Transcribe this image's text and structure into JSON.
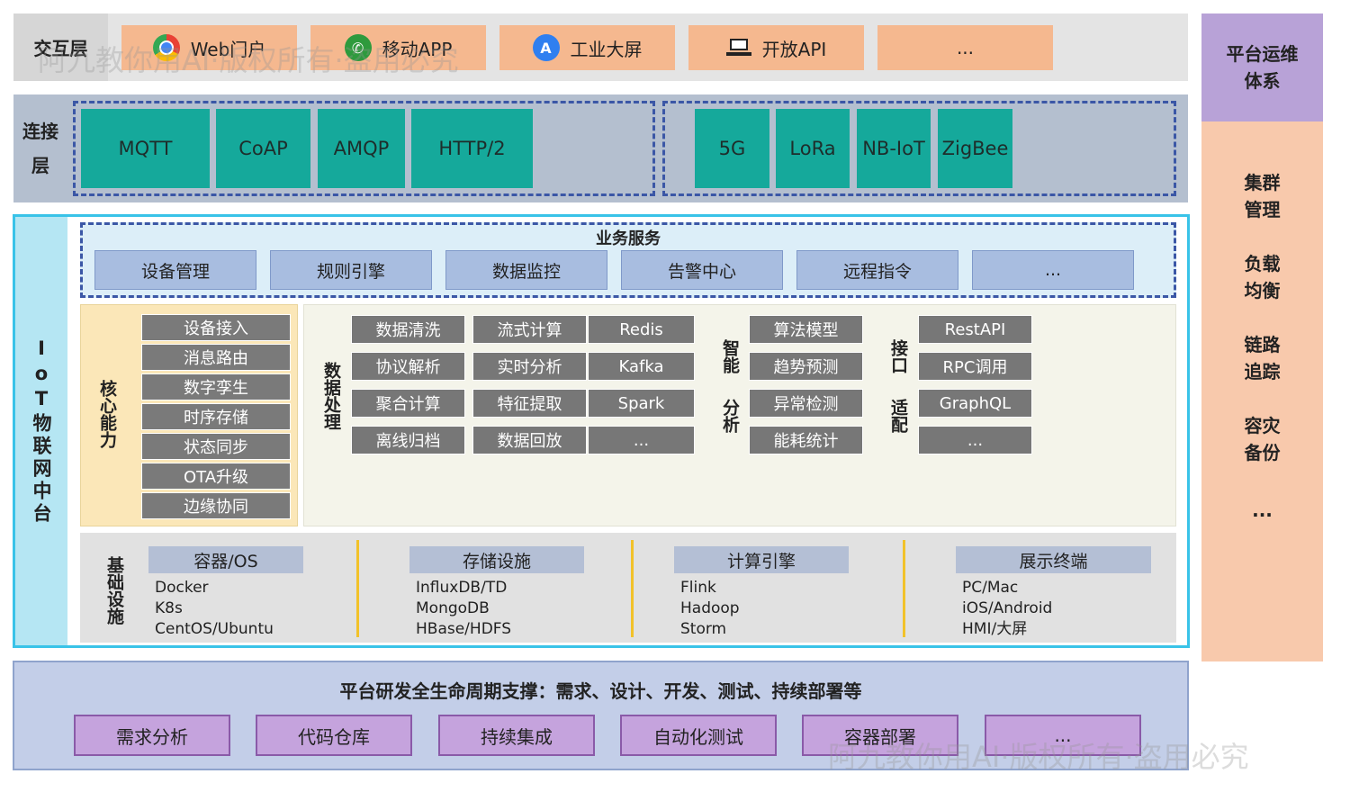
{
  "interaction": {
    "label": "交互层",
    "items": [
      {
        "label": "Web门户",
        "icon": "chrome-icon"
      },
      {
        "label": "移动APP",
        "icon": "wechat-icon"
      },
      {
        "label": "工业大屏",
        "icon": "app-store-icon"
      },
      {
        "label": "开放API",
        "icon": "laptop-icon"
      },
      {
        "label": "..."
      }
    ]
  },
  "connection": {
    "label": "连接层",
    "protocols": [
      "MQTT",
      "CoAP",
      "AMQP",
      "HTTP/2"
    ],
    "networks": [
      "5G",
      "LoRa",
      "NB-IoT",
      "ZigBee"
    ]
  },
  "iot": {
    "title": "IoT物联网中台",
    "business": {
      "title": "业务服务",
      "items": [
        "设备管理",
        "规则引擎",
        "数据监控",
        "告警中心",
        "远程指令",
        "..."
      ]
    },
    "core": {
      "title": "核心能力",
      "items": [
        "设备接入",
        "消息路由",
        "数字孪生",
        "时序存储",
        "状态同步",
        "OTA升级",
        "边缘协同"
      ]
    },
    "data_processing": {
      "title": "数据处理",
      "col1": [
        "数据清洗",
        "协议解析",
        "聚合计算",
        "离线归档"
      ],
      "col2": [
        "流式计算",
        "实时分析",
        "特征提取",
        "数据回放"
      ],
      "col3": [
        "Redis",
        "Kafka",
        "Spark",
        "..."
      ]
    },
    "smart_analysis": {
      "title_top": "智能",
      "title_bottom": "分析",
      "items": [
        "算法模型",
        "趋势预测",
        "异常检测",
        "能耗统计"
      ]
    },
    "interface": {
      "title_top": "接口",
      "title_bottom": "适配",
      "items": [
        "RestAPI",
        "RPC调用",
        "GraphQL",
        "..."
      ]
    },
    "infra": {
      "title": "基础设施",
      "groups": [
        {
          "title": "容器/OS",
          "lines": [
            "Docker",
            "K8s",
            "CentOS/Ubuntu"
          ]
        },
        {
          "title": "存储设施",
          "lines": [
            "InfluxDB/TD",
            "MongoDB",
            "HBase/HDFS"
          ]
        },
        {
          "title": "计算引擎",
          "lines": [
            "Flink",
            "Hadoop",
            "Storm"
          ]
        },
        {
          "title": "展示终端",
          "lines": [
            "PC/Mac",
            "iOS/Android",
            "HMI/大屏"
          ]
        }
      ]
    }
  },
  "devops": {
    "title": "平台研发全生命周期支撑：需求、设计、开发、测试、持续部署等",
    "items": [
      "需求分析",
      "代码仓库",
      "持续集成",
      "自动化测试",
      "容器部署",
      "..."
    ]
  },
  "ops": {
    "title_line1": "平台运维",
    "title_line2": "体系",
    "items": [
      [
        "集群",
        "管理"
      ],
      [
        "负载",
        "均衡"
      ],
      [
        "链路",
        "追踪"
      ],
      [
        "容灾",
        "备份"
      ]
    ],
    "more": "..."
  },
  "watermark": "阿九教你用AI·版权所有·盗用必究",
  "colors": {
    "interaction_item": "#f5b88f",
    "protocol": "#15a99b",
    "business_item": "#a8bde0",
    "gray_box": "#777777",
    "devops_item": "#c5a3dd",
    "ops_title": "#b8a2d7",
    "ops_body": "#f8c9ac",
    "iot_border": "#39c3e8"
  }
}
